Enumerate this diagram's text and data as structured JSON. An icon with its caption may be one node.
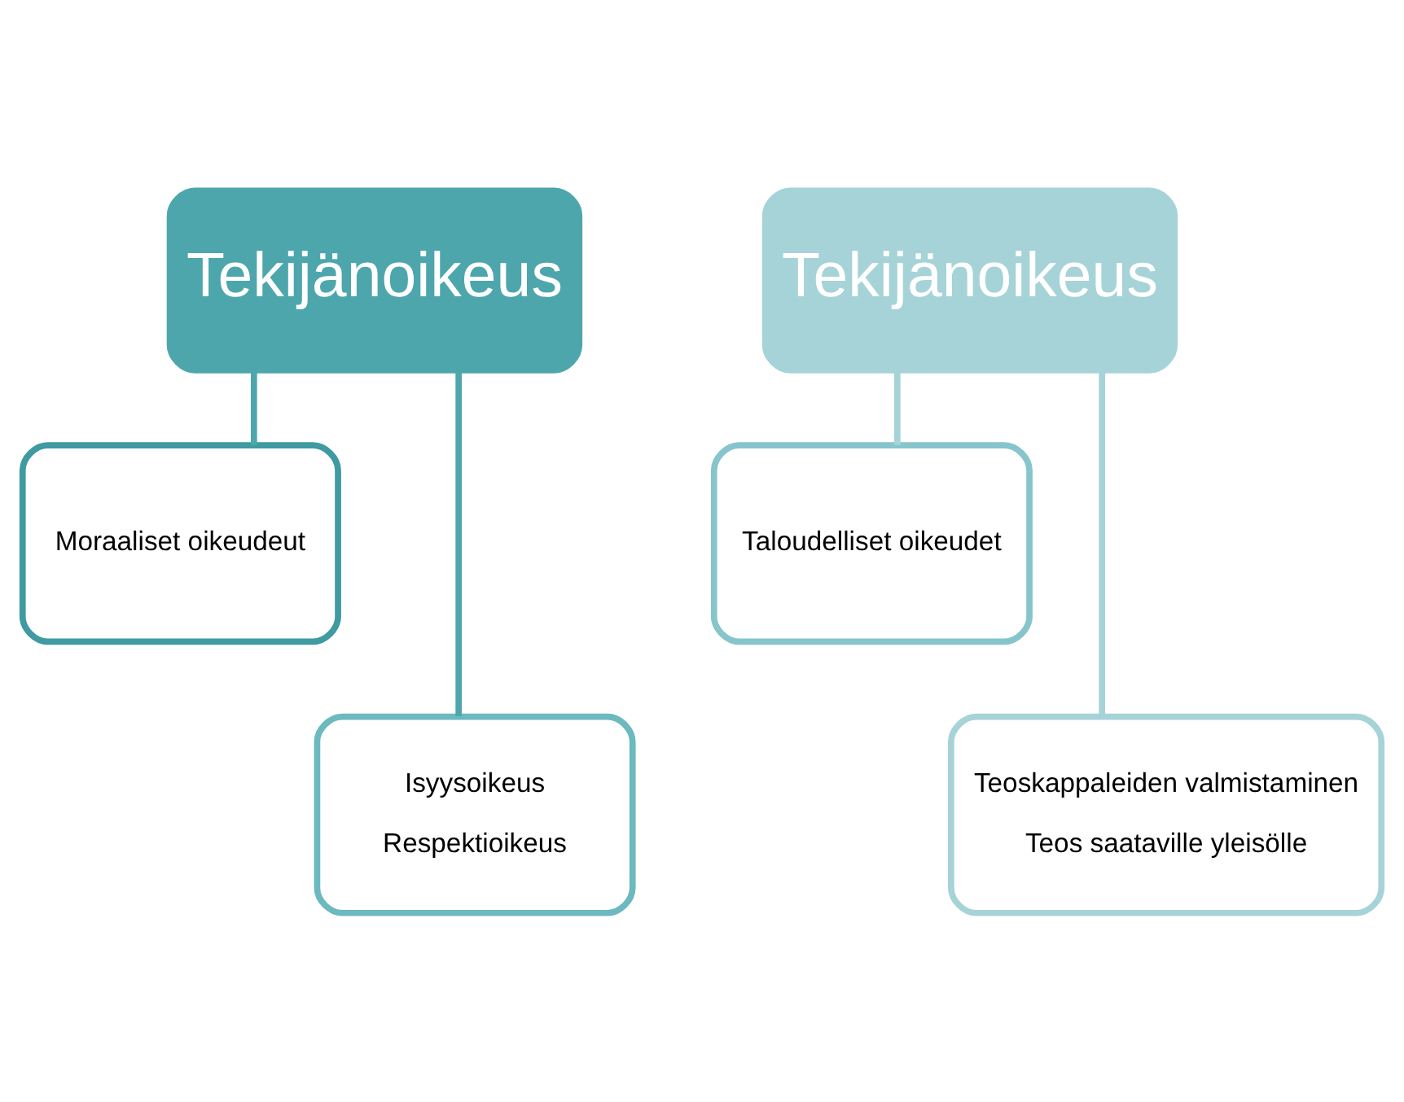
{
  "diagram": {
    "nodes": [
      {
        "text": [
          "Tekijänoikeus"
        ]
      },
      {
        "text": [
          "Moraaliset oikeudeut"
        ]
      },
      {
        "text": [
          "Isyysoikeus",
          "Respektioikeus"
        ]
      },
      {
        "text": [
          "Tekijänoikeus"
        ]
      },
      {
        "text": [
          "Taloudelliset oikeudet"
        ]
      },
      {
        "text": [
          "Teoskappaleiden valmistaminen",
          "Teos saataville yleisölle"
        ]
      }
    ],
    "edges": [
      {
        "from": 0,
        "to": 1,
        "arrow": "none",
        "color": "#4ea6ad"
      },
      {
        "from": 0,
        "to": 2,
        "arrow": "none",
        "color": "#4ea6ad"
      },
      {
        "from": 3,
        "to": 4,
        "arrow": "none",
        "color": "#a6d3d8"
      },
      {
        "from": 3,
        "to": 5,
        "arrow": "none",
        "color": "#a6d3d8"
      }
    ]
  }
}
